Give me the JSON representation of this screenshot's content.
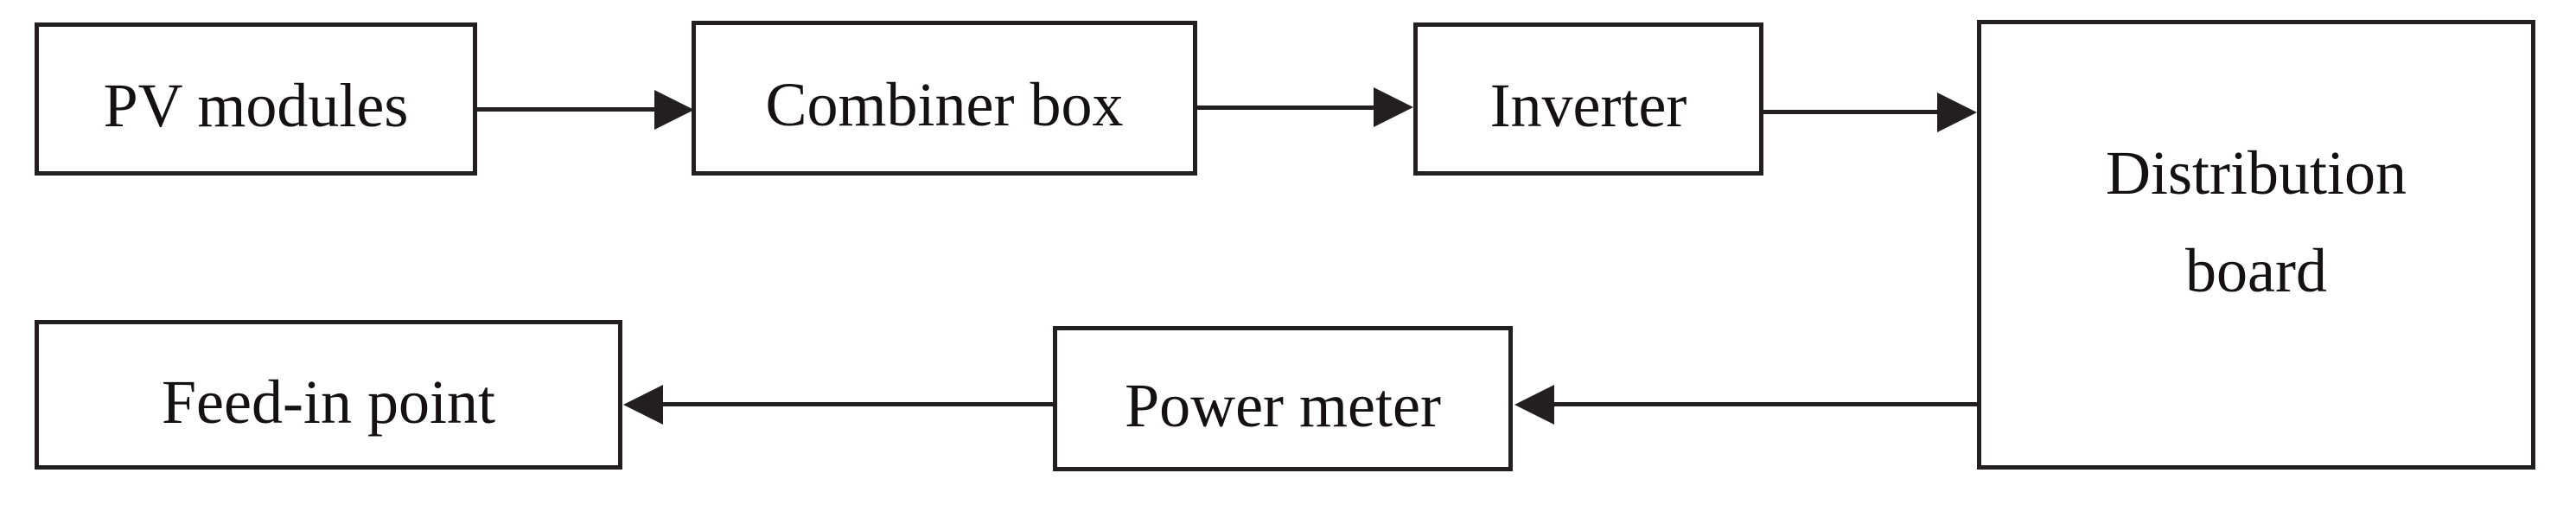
{
  "diagram": {
    "type": "block-flow-diagram",
    "background_color": "#ffffff",
    "line_color": "#231f20",
    "box_fill": "#ffffff",
    "text_color": "#151112"
  },
  "nodes": [
    {
      "id": "pv-modules",
      "label": "PV modules"
    },
    {
      "id": "combiner-box",
      "label": "Combiner box"
    },
    {
      "id": "inverter",
      "label": "Inverter"
    },
    {
      "id": "distribution-board",
      "label_lines": [
        "Distribution",
        "board"
      ]
    },
    {
      "id": "power-meter",
      "label": "Power meter"
    },
    {
      "id": "feed-in-point",
      "label": "Feed-in point"
    }
  ],
  "edges": [
    {
      "from": "pv-modules",
      "to": "combiner-box",
      "arrow_direction": "right"
    },
    {
      "from": "combiner-box",
      "to": "inverter",
      "arrow_direction": "right"
    },
    {
      "from": "inverter",
      "to": "distribution-board",
      "arrow_direction": "right"
    },
    {
      "from": "distribution-board",
      "to": "power-meter",
      "arrow_direction": "left"
    },
    {
      "from": "power-meter",
      "to": "feed-in-point",
      "arrow_direction": "left"
    }
  ]
}
